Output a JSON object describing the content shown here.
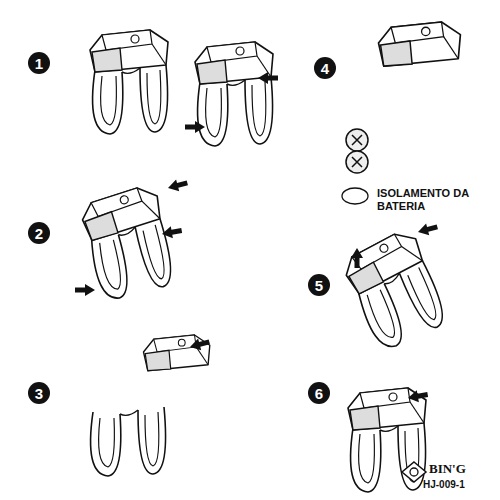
{
  "diagram": {
    "nodes": [
      {
        "text": [
          "1"
        ]
      },
      {
        "text": [
          "2"
        ]
      },
      {
        "text": [
          "3"
        ]
      },
      {
        "text": [
          "4"
        ]
      },
      {
        "text": [
          "5"
        ]
      },
      {
        "text": [
          "6"
        ]
      }
    ],
    "labels": [
      "ISOLAMENTO DA BATERIA",
      "BIN'G",
      "HJ-009-1"
    ]
  }
}
